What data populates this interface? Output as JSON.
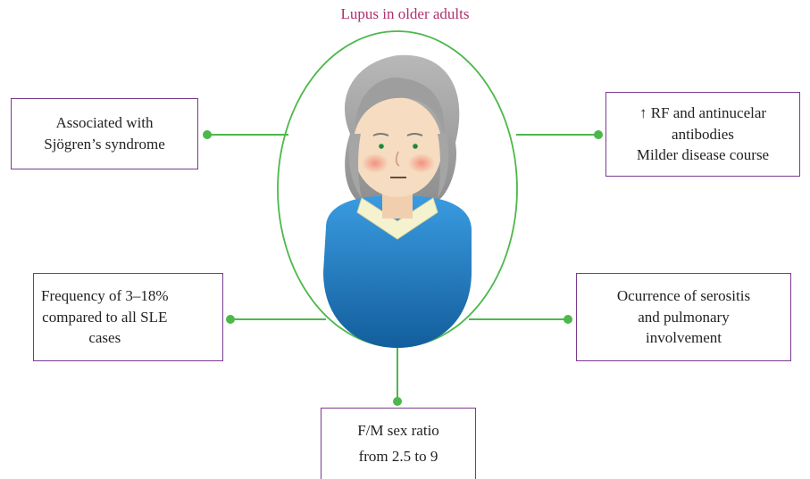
{
  "title": "Lupus in older adults",
  "boxes": {
    "top_left": "Associated with\nSjögren’s syndrome",
    "top_right": "↑ RF and antinucelar\nantibodies\nMilder disease course",
    "mid_left": "Frequency of 3–18%\ncompared to all SLE\ncases",
    "mid_right": "Ocurrence of serositis\nand pulmonary\ninvolvement",
    "bottom": "F/M sex ratio\nfrom 2.5 to 9"
  },
  "colors": {
    "title": "#b0306e",
    "box_border": "#7a3a8f",
    "connector": "#4cb84a",
    "sweater": "#1f7bc0",
    "hair": "#a9a9a9",
    "skin": "#f6dcc0"
  }
}
